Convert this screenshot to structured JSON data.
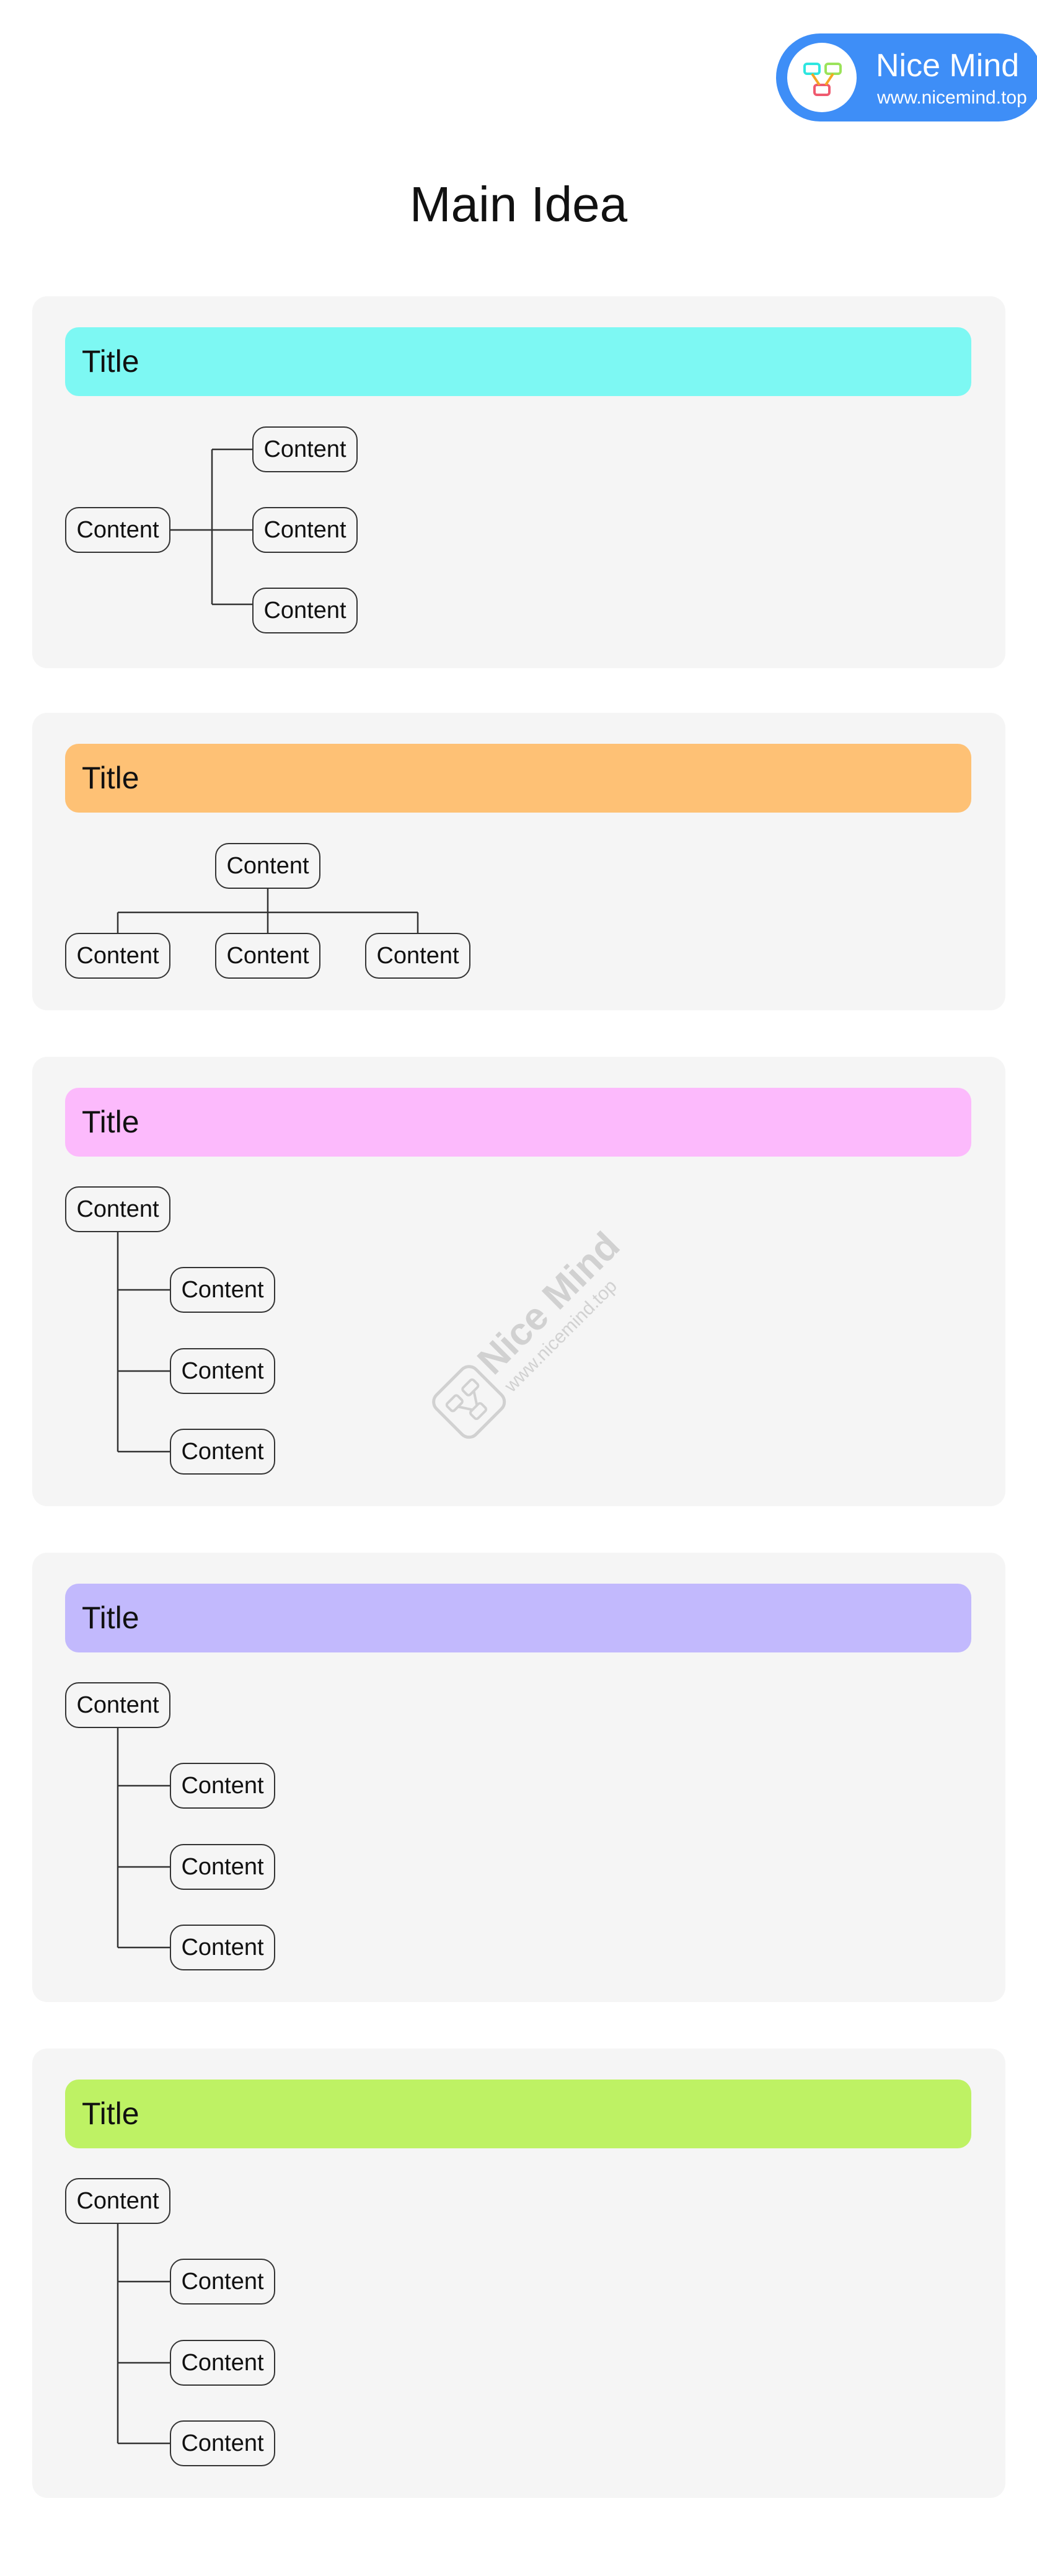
{
  "brand": {
    "name": "Nice Mind",
    "url": "www.nicemind.top",
    "colors": {
      "badge": "#3e8ef7",
      "logo_left": "#2ee6e0",
      "logo_right": "#9be35a",
      "logo_bottom": "#ef5a6f"
    }
  },
  "main_title": "Main Idea",
  "sections": [
    {
      "title": "Title",
      "color": "#7df8f3",
      "layout": "right-tree",
      "root": "Content",
      "children": [
        "Content",
        "Content",
        "Content"
      ]
    },
    {
      "title": "Title",
      "color": "#fec175",
      "layout": "down-tree",
      "root": "Content",
      "children": [
        "Content",
        "Content",
        "Content"
      ]
    },
    {
      "title": "Title",
      "color": "#fcbafc",
      "layout": "indent-tree",
      "root": "Content",
      "children": [
        "Content",
        "Content",
        "Content"
      ]
    },
    {
      "title": "Title",
      "color": "#c2b9fd",
      "layout": "indent-tree",
      "root": "Content",
      "children": [
        "Content",
        "Content",
        "Content"
      ]
    },
    {
      "title": "Title",
      "color": "#bef264",
      "layout": "indent-tree",
      "root": "Content",
      "children": [
        "Content",
        "Content",
        "Content"
      ]
    }
  ],
  "watermark": {
    "name": "Nice Mind",
    "url": "www.nicemind.top"
  }
}
